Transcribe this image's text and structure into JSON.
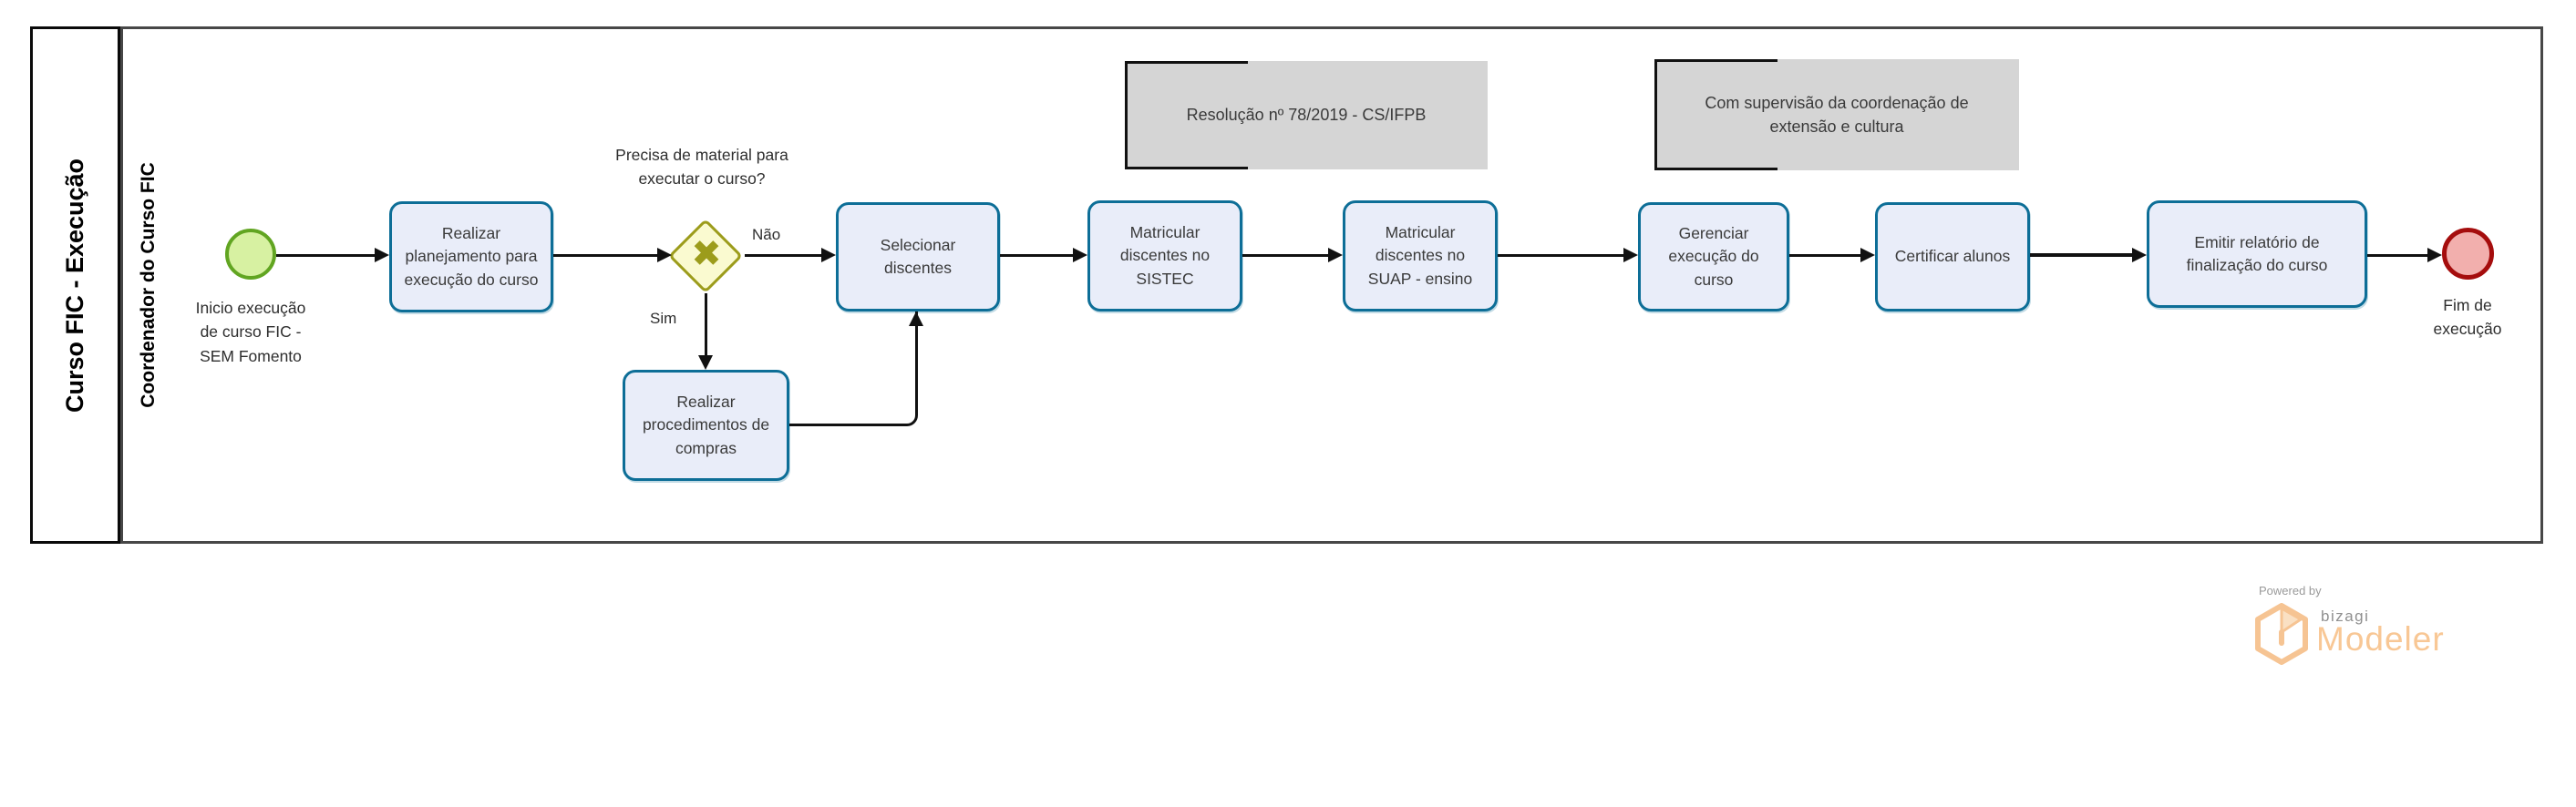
{
  "diagram": {
    "pool_title": "Curso FIC - Execução",
    "lane_title": "Coordenador do Curso FIC"
  },
  "events": {
    "start": {
      "label": "Inicio execução de curso FIC - SEM Fomento"
    },
    "end": {
      "label": "Fim de execução"
    }
  },
  "gateway": {
    "question": "Precisa de material para executar o curso?",
    "no_label": "Não",
    "yes_label": "Sim",
    "x_symbol": "✖"
  },
  "tasks": [
    {
      "label": "Realizar planejamento para execução do curso"
    },
    {
      "label": "Realizar procedimentos de compras"
    },
    {
      "label": "Selecionar discentes"
    },
    {
      "label": "Matricular discentes no SISTEC"
    },
    {
      "label": "Matricular discentes no SUAP - ensino"
    },
    {
      "label": "Gerenciar execução do curso"
    },
    {
      "label": "Certificar alunos"
    },
    {
      "label": "Emitir relatório de finalização do curso"
    }
  ],
  "annotations": [
    {
      "text": "Resolução nº 78/2019 - CS/IFPB"
    },
    {
      "text": "Com supervisão da coordenação de extensão e cultura"
    }
  ],
  "branding": {
    "powered_by": "Powered by",
    "brand": "bizagi",
    "product": "Modeler"
  },
  "colors": {
    "task_fill": "#E9EDF9",
    "task_border": "#0D6E97",
    "gateway_fill": "#FAFAD0",
    "gateway_border": "#9C9C1B",
    "start_fill": "#D7F1A2",
    "start_border": "#61A521",
    "end_fill": "#F2AFAD",
    "end_border": "#A50D0D",
    "annotation_fill": "#D5D5D5",
    "brand_orange": "#F8C795",
    "brand_gray": "#9A9A9A"
  }
}
